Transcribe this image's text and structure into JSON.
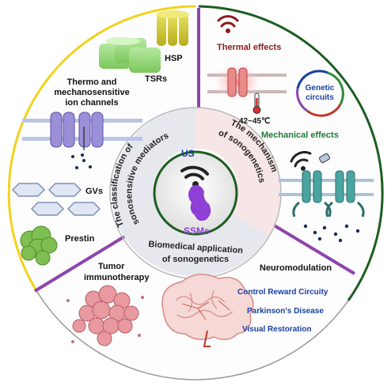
{
  "center": {
    "us_label": "US",
    "ssms_label": "SSMs"
  },
  "inner_ring": {
    "left": "The classification of sonosensitive mediators",
    "left_line1": "The classification of",
    "left_line2": "sonosensitive mediators",
    "right_line1": "The mechanism",
    "right_line2": "of sonogenetics",
    "bottom_line1": "Biomedical application",
    "bottom_line2": "of sonogenetics"
  },
  "mediators": {
    "hsp": "HSP",
    "tsrs": "TSRs",
    "ion_channels_line1": "Thermo and",
    "ion_channels_line2": "mechanosensitive",
    "ion_channels_line3": "ion channels",
    "gvs": "GVs",
    "prestin": "Prestin"
  },
  "mechanism": {
    "thermal_effects": "Thermal effects",
    "temperature": "42~45℃",
    "genetic_circuits_line1": "Genetic",
    "genetic_circuits_line2": "circuits",
    "mechanical_effects": "Mechanical effects"
  },
  "applications": {
    "tumor_line1": "Tumor",
    "tumor_line2": "immunotherapy",
    "neuromodulation": "Neuromodulation",
    "neuro_items": [
      "Control Reward Circuity",
      "Parkinson's Disease",
      "Visual Restoration"
    ]
  },
  "colors": {
    "yellow_ring": "#f2d21c",
    "green_ring": "#1b5e20",
    "purple_divider": "#8e44ad",
    "title_red": "#8b1a1a",
    "mechanical_green": "#1e7a34",
    "neuro_blue": "#1a3fa0",
    "ssm_purple": "#8e3fd6"
  },
  "icons": [
    "wifi-wave-icon",
    "thermometer-icon",
    "cycle-arrows-icon",
    "ion-channel-icon",
    "brain-icon",
    "tumor-cells-icon"
  ]
}
